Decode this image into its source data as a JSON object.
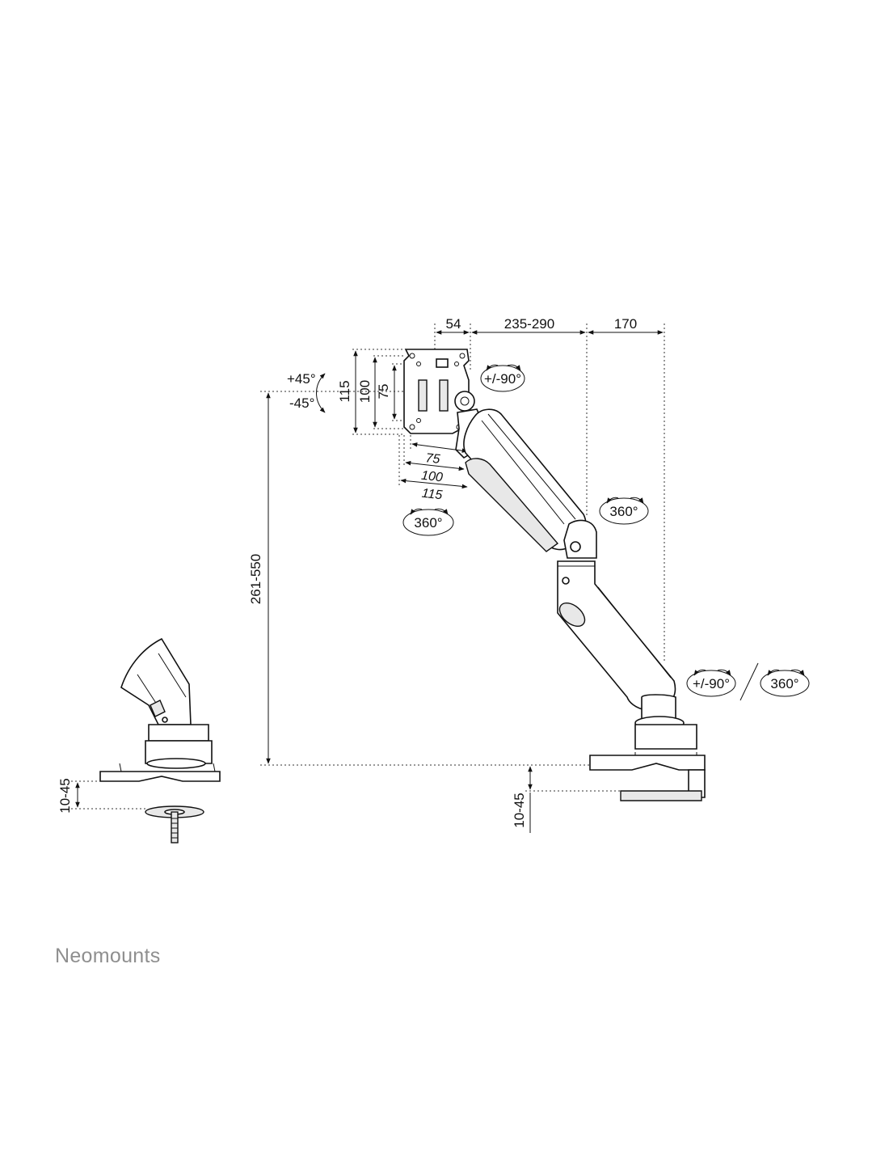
{
  "brand": {
    "name": "Neomounts",
    "color": "#8f8f8f"
  },
  "dimensions": {
    "top_offset": "54",
    "arm_reach": "235-290",
    "base_offset": "170",
    "vesa_h_115": "115",
    "vesa_h_100": "100",
    "vesa_h_75": "75",
    "vesa_w_75": "75",
    "vesa_w_100": "100",
    "vesa_w_115": "115",
    "height_range": "261-550",
    "desk_thickness_main": "10-45",
    "desk_thickness_grommet": "10-45"
  },
  "rotations": {
    "tilt_up": "+45°",
    "tilt_down": "-45°",
    "rotate_head": "+/-90°",
    "swivel_head": "360°",
    "swivel_elbow": "360°",
    "rotate_base": "+/-90°",
    "swivel_base": "360°"
  }
}
